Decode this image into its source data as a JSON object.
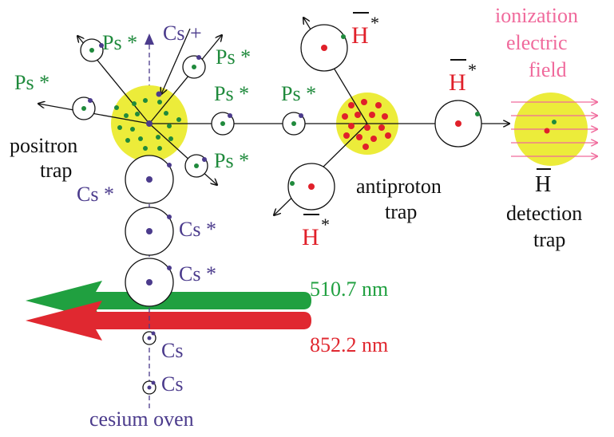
{
  "colors": {
    "ps": "#1f8a3c",
    "cs": "#4b3b8c",
    "hbar": "#e0202a",
    "ion": "#f06a9c",
    "trap_fill": "#ecec3a",
    "black": "#111111",
    "laser_green": "#20a040",
    "laser_red": "#e02830"
  },
  "labels": {
    "ps": "Ps *",
    "cs_plus": "Cs +",
    "cs_star": "Cs *",
    "cs": "Cs",
    "hbar_star": "H",
    "hbar_plain": "H",
    "star": "*",
    "positron_trap_line1": "positron",
    "positron_trap_line2": "trap",
    "antiproton_trap_line1": "antiproton",
    "antiproton_trap_line2": "trap",
    "ionization_line1": "ionization",
    "ionization_line2": "electric",
    "ionization_line3": "field",
    "detection_line1": "detection",
    "detection_line2": "trap",
    "cesium_oven": "cesium oven",
    "laser_green": "510.7 nm",
    "laser_red": "852.2 nm"
  },
  "icons": [
    "arrow-icon",
    "atom-icon",
    "trap-icon",
    "laser-arrow-icon"
  ]
}
